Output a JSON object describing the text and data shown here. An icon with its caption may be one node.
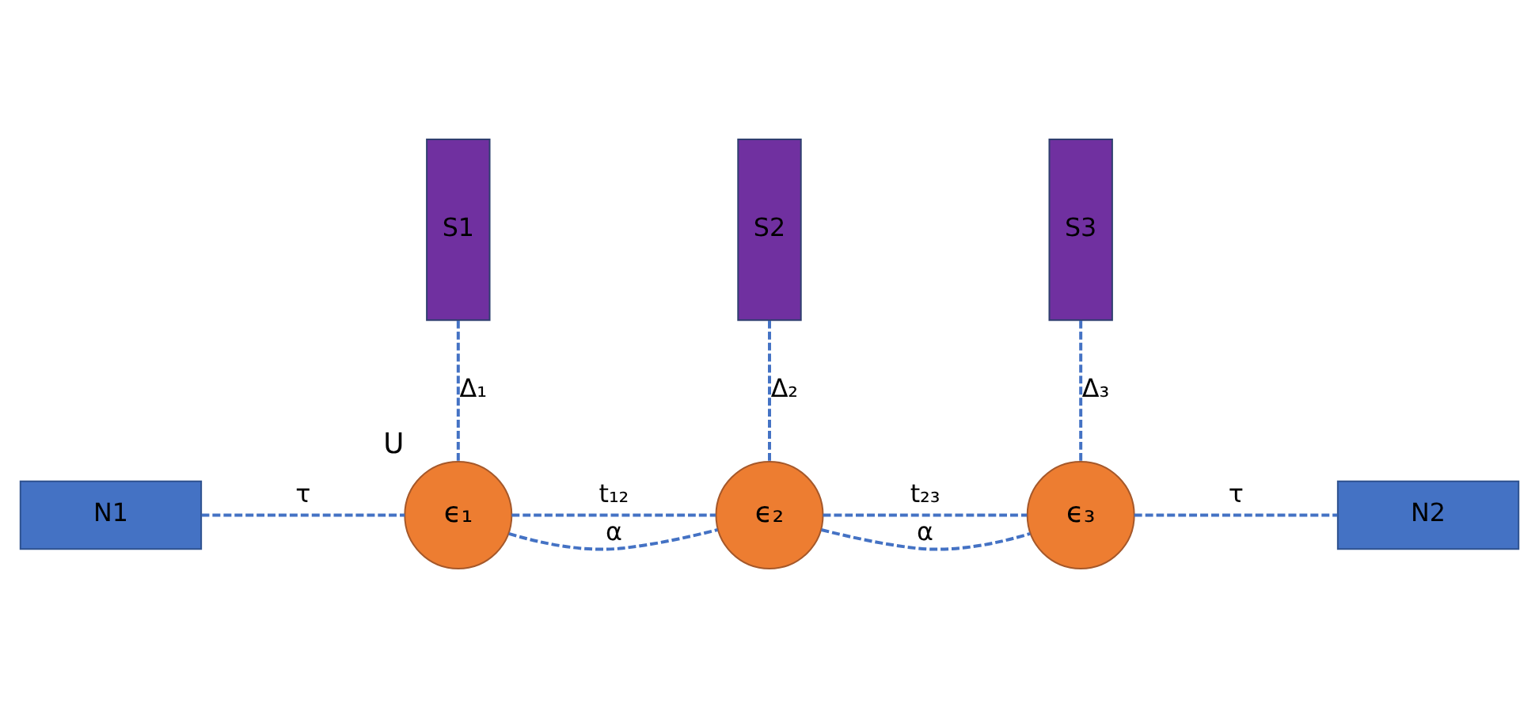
{
  "diagram": {
    "nodes": [
      {
        "text": [
          "S1"
        ]
      },
      {
        "text": [
          "S2"
        ]
      },
      {
        "text": [
          "S3"
        ]
      },
      {
        "text": [
          "N1"
        ]
      },
      {
        "text": [
          "ϵ₁"
        ],
        "beside": [
          "U"
        ]
      },
      {
        "text": [
          "ϵ₂"
        ]
      },
      {
        "text": [
          "ϵ₃"
        ]
      },
      {
        "text": [
          "N2"
        ]
      }
    ],
    "edges": [
      {
        "from": 0,
        "to": 4,
        "arrow": "none",
        "label": "Δ₁",
        "style": "dashed"
      },
      {
        "from": 1,
        "to": 5,
        "arrow": "none",
        "label": "Δ₂",
        "style": "dashed"
      },
      {
        "from": 2,
        "to": 6,
        "arrow": "none",
        "label": "Δ₃",
        "style": "dashed"
      },
      {
        "from": 3,
        "to": 4,
        "arrow": "none",
        "label": "τ",
        "style": "dashed"
      },
      {
        "from": 4,
        "to": 5,
        "arrow": "none",
        "label": "α",
        "style": "dashed"
      },
      {
        "from": 4,
        "to": 5,
        "arrow": "none",
        "label": "t₁₂",
        "style": "dashed"
      },
      {
        "from": 5,
        "to": 6,
        "arrow": "none",
        "label": "α",
        "style": "dashed"
      },
      {
        "from": 5,
        "to": 6,
        "arrow": "none",
        "label": "t₂₃",
        "style": "dashed"
      },
      {
        "from": 6,
        "to": 7,
        "arrow": "none",
        "label": "τ",
        "style": "dashed"
      }
    ]
  }
}
